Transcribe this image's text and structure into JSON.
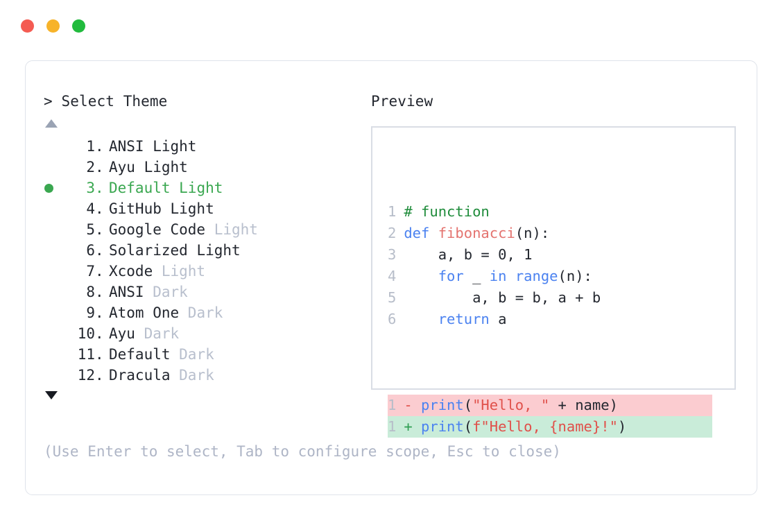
{
  "window": {
    "dots": [
      {
        "name": "close-button",
        "color": "#f45b52"
      },
      {
        "name": "minimize-button",
        "color": "#f7b32a"
      },
      {
        "name": "maximize-button",
        "color": "#21bb3d"
      }
    ]
  },
  "left_panel": {
    "prompt": "> Select Theme",
    "scroll_up_icon": "triangle-up",
    "scroll_down_icon": "triangle-down",
    "items": [
      {
        "number": "1",
        "sep": ". ",
        "name": "ANSI",
        "variant": " Light",
        "variant_dim": false,
        "selected": false
      },
      {
        "number": "2",
        "sep": ". ",
        "name": "Ayu",
        "variant": " Light",
        "variant_dim": false,
        "selected": false
      },
      {
        "number": "3",
        "sep": ". ",
        "name": "Default",
        "variant": " Light",
        "variant_dim": false,
        "selected": true
      },
      {
        "number": "4",
        "sep": ". ",
        "name": "GitHub",
        "variant": " Light",
        "variant_dim": false,
        "selected": false
      },
      {
        "number": "5",
        "sep": ". ",
        "name": "Google Code",
        "variant": " Light",
        "variant_dim": true,
        "selected": false
      },
      {
        "number": "6",
        "sep": ". ",
        "name": "Solarized",
        "variant": " Light",
        "variant_dim": false,
        "selected": false
      },
      {
        "number": "7",
        "sep": ". ",
        "name": "Xcode",
        "variant": " Light",
        "variant_dim": true,
        "selected": false
      },
      {
        "number": "8",
        "sep": ". ",
        "name": "ANSI",
        "variant": " Dark",
        "variant_dim": true,
        "selected": false
      },
      {
        "number": "9",
        "sep": ". ",
        "name": "Atom One",
        "variant": " Dark",
        "variant_dim": true,
        "selected": false
      },
      {
        "number": "10",
        "sep": ". ",
        "name": "Ayu",
        "variant": " Dark",
        "variant_dim": true,
        "selected": false
      },
      {
        "number": "11",
        "sep": ". ",
        "name": "Default",
        "variant": " Dark",
        "variant_dim": true,
        "selected": false
      },
      {
        "number": "12",
        "sep": ". ",
        "name": "Dracula",
        "variant": " Dark",
        "variant_dim": true,
        "selected": false
      }
    ],
    "hint": "(Use Enter to select, Tab to configure scope, Esc to close)"
  },
  "right_panel": {
    "title": "Preview",
    "code_lines": [
      {
        "ln": "1",
        "tokens": [
          {
            "t": "# function",
            "c": "comment"
          }
        ]
      },
      {
        "ln": "2",
        "tokens": [
          {
            "t": "def ",
            "c": "kw"
          },
          {
            "t": "fibonacci",
            "c": "fn"
          },
          {
            "t": "(n):",
            "c": "punc"
          }
        ]
      },
      {
        "ln": "3",
        "tokens": [
          {
            "t": "    a, b = 0, 1",
            "c": "plain"
          }
        ]
      },
      {
        "ln": "4",
        "tokens": [
          {
            "t": "    ",
            "c": "plain"
          },
          {
            "t": "for",
            "c": "kw"
          },
          {
            "t": " _ ",
            "c": "plain"
          },
          {
            "t": "in",
            "c": "kw"
          },
          {
            "t": " ",
            "c": "plain"
          },
          {
            "t": "range",
            "c": "kw"
          },
          {
            "t": "(n):",
            "c": "punc"
          }
        ]
      },
      {
        "ln": "5",
        "tokens": [
          {
            "t": "        a, b = b, a + b",
            "c": "plain"
          }
        ]
      },
      {
        "ln": "6",
        "tokens": [
          {
            "t": "    ",
            "c": "plain"
          },
          {
            "t": "return",
            "c": "kw"
          },
          {
            "t": " a",
            "c": "plain"
          }
        ]
      }
    ],
    "diff_lines": [
      {
        "ln": "1",
        "sign": "-",
        "kind": "del",
        "tokens": [
          {
            "t": "print",
            "c": "kw"
          },
          {
            "t": "(",
            "c": "punc"
          },
          {
            "t": "\"Hello, \"",
            "c": "str"
          },
          {
            "t": " + name)",
            "c": "plain"
          }
        ]
      },
      {
        "ln": "1",
        "sign": "+",
        "kind": "add",
        "tokens": [
          {
            "t": "print",
            "c": "kw"
          },
          {
            "t": "(",
            "c": "punc"
          },
          {
            "t": "f\"Hello, {name}!\"",
            "c": "str"
          },
          {
            "t": ")",
            "c": "punc"
          }
        ]
      }
    ]
  },
  "colors": {
    "selected_green": "#3aa750",
    "dim_grey": "#b8bfcd",
    "hint_grey": "#aeb5c6",
    "diff_del_bg": "#fbccd0",
    "diff_add_bg": "#c9ecd9",
    "keyword_blue": "#4b82f0",
    "string_red": "#e0504a",
    "comment_green": "#1f8c3b",
    "function_salmon": "#e4736f"
  }
}
